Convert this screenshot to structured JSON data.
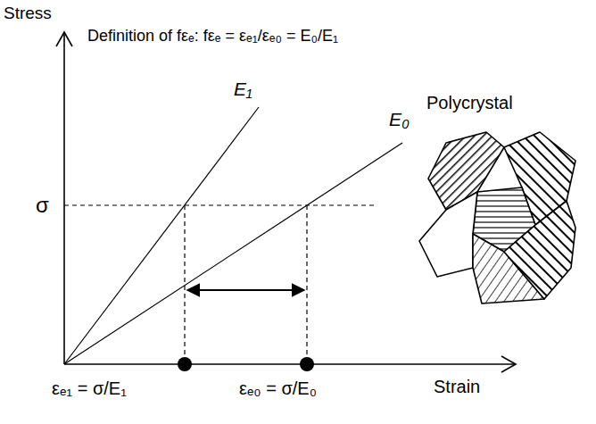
{
  "diagram": {
    "labels": [
      "Stress",
      "Definition of fεₑ: fεₑ = εₑ₁/εₑ₀ = E₀/E₁",
      "E₁",
      "E₀",
      "σ",
      "Polycrystal",
      "εₑ₁ = σ/E₁",
      "εₑ₀ = σ/E₀",
      "Strain"
    ]
  }
}
